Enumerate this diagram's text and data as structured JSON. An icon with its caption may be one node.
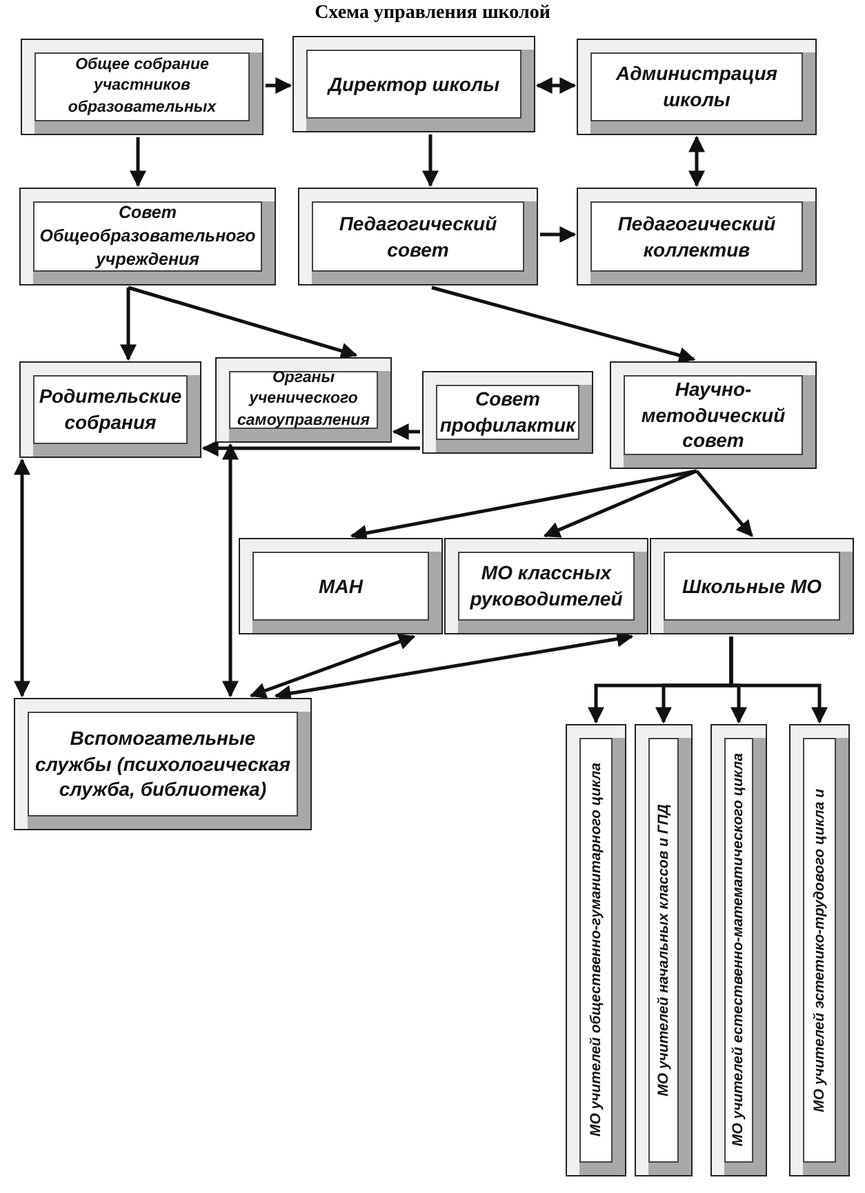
{
  "diagram": {
    "title": "Схема управления школой",
    "nodes": [
      {
        "text": [
          "Общее собрание участников образовательных"
        ]
      },
      {
        "text": [
          "Директор школы"
        ]
      },
      {
        "text": [
          "Администрация школы"
        ]
      },
      {
        "text": [
          "Совет Общеобразовательного учреждения"
        ]
      },
      {
        "text": [
          "Педагогический совет"
        ]
      },
      {
        "text": [
          "Педагогический коллектив"
        ]
      },
      {
        "text": [
          "Родительские собрания"
        ]
      },
      {
        "text": [
          "Органы ученического самоуправления"
        ]
      },
      {
        "text": [
          "Совет профилактик"
        ]
      },
      {
        "text": [
          "Научно-методический совет"
        ]
      },
      {
        "text": [
          "МАН"
        ]
      },
      {
        "text": [
          "МО классных руководителей"
        ]
      },
      {
        "text": [
          "Школьные МО"
        ]
      },
      {
        "text": [
          "Вспомогательные службы (психологическая служба, библиотека)"
        ]
      },
      {
        "text": [
          "МО учителей общественно-гуманитарного цикла"
        ]
      },
      {
        "text": [
          "МО учителей начальных классов и ГПД"
        ]
      },
      {
        "text": [
          "МО учителей естественно-математического цикла"
        ]
      },
      {
        "text": [
          "МО учителей эстетико-трудового цикла и"
        ]
      }
    ],
    "edges": [
      {
        "from": 0,
        "to": 1,
        "arrow": "to"
      },
      {
        "from": 1,
        "to": 2,
        "arrow": "both"
      },
      {
        "from": 0,
        "to": 3,
        "arrow": "to"
      },
      {
        "from": 1,
        "to": 4,
        "arrow": "to"
      },
      {
        "from": 2,
        "to": 5,
        "arrow": "both"
      },
      {
        "from": 4,
        "to": 5,
        "arrow": "to"
      },
      {
        "from": 3,
        "to": 6,
        "arrow": "to"
      },
      {
        "from": 3,
        "to": 7,
        "arrow": "to"
      },
      {
        "from": 4,
        "to": 9,
        "arrow": "to"
      },
      {
        "from": 8,
        "to": 7,
        "arrow": "to"
      },
      {
        "from": 8,
        "to": 6,
        "arrow": "to"
      },
      {
        "from": 9,
        "to": 10,
        "arrow": "to"
      },
      {
        "from": 9,
        "to": 11,
        "arrow": "to"
      },
      {
        "from": 9,
        "to": 12,
        "arrow": "to"
      },
      {
        "from": 13,
        "to": 6,
        "arrow": "both"
      },
      {
        "from": 13,
        "to": 7,
        "arrow": "both"
      },
      {
        "from": 13,
        "to": 10,
        "arrow": "both"
      },
      {
        "from": 13,
        "to": 11,
        "arrow": "both"
      },
      {
        "from": 12,
        "to": 14,
        "arrow": "to"
      },
      {
        "from": 12,
        "to": 15,
        "arrow": "to"
      },
      {
        "from": 12,
        "to": 16,
        "arrow": "to"
      },
      {
        "from": 12,
        "to": 17,
        "arrow": "to"
      }
    ]
  }
}
